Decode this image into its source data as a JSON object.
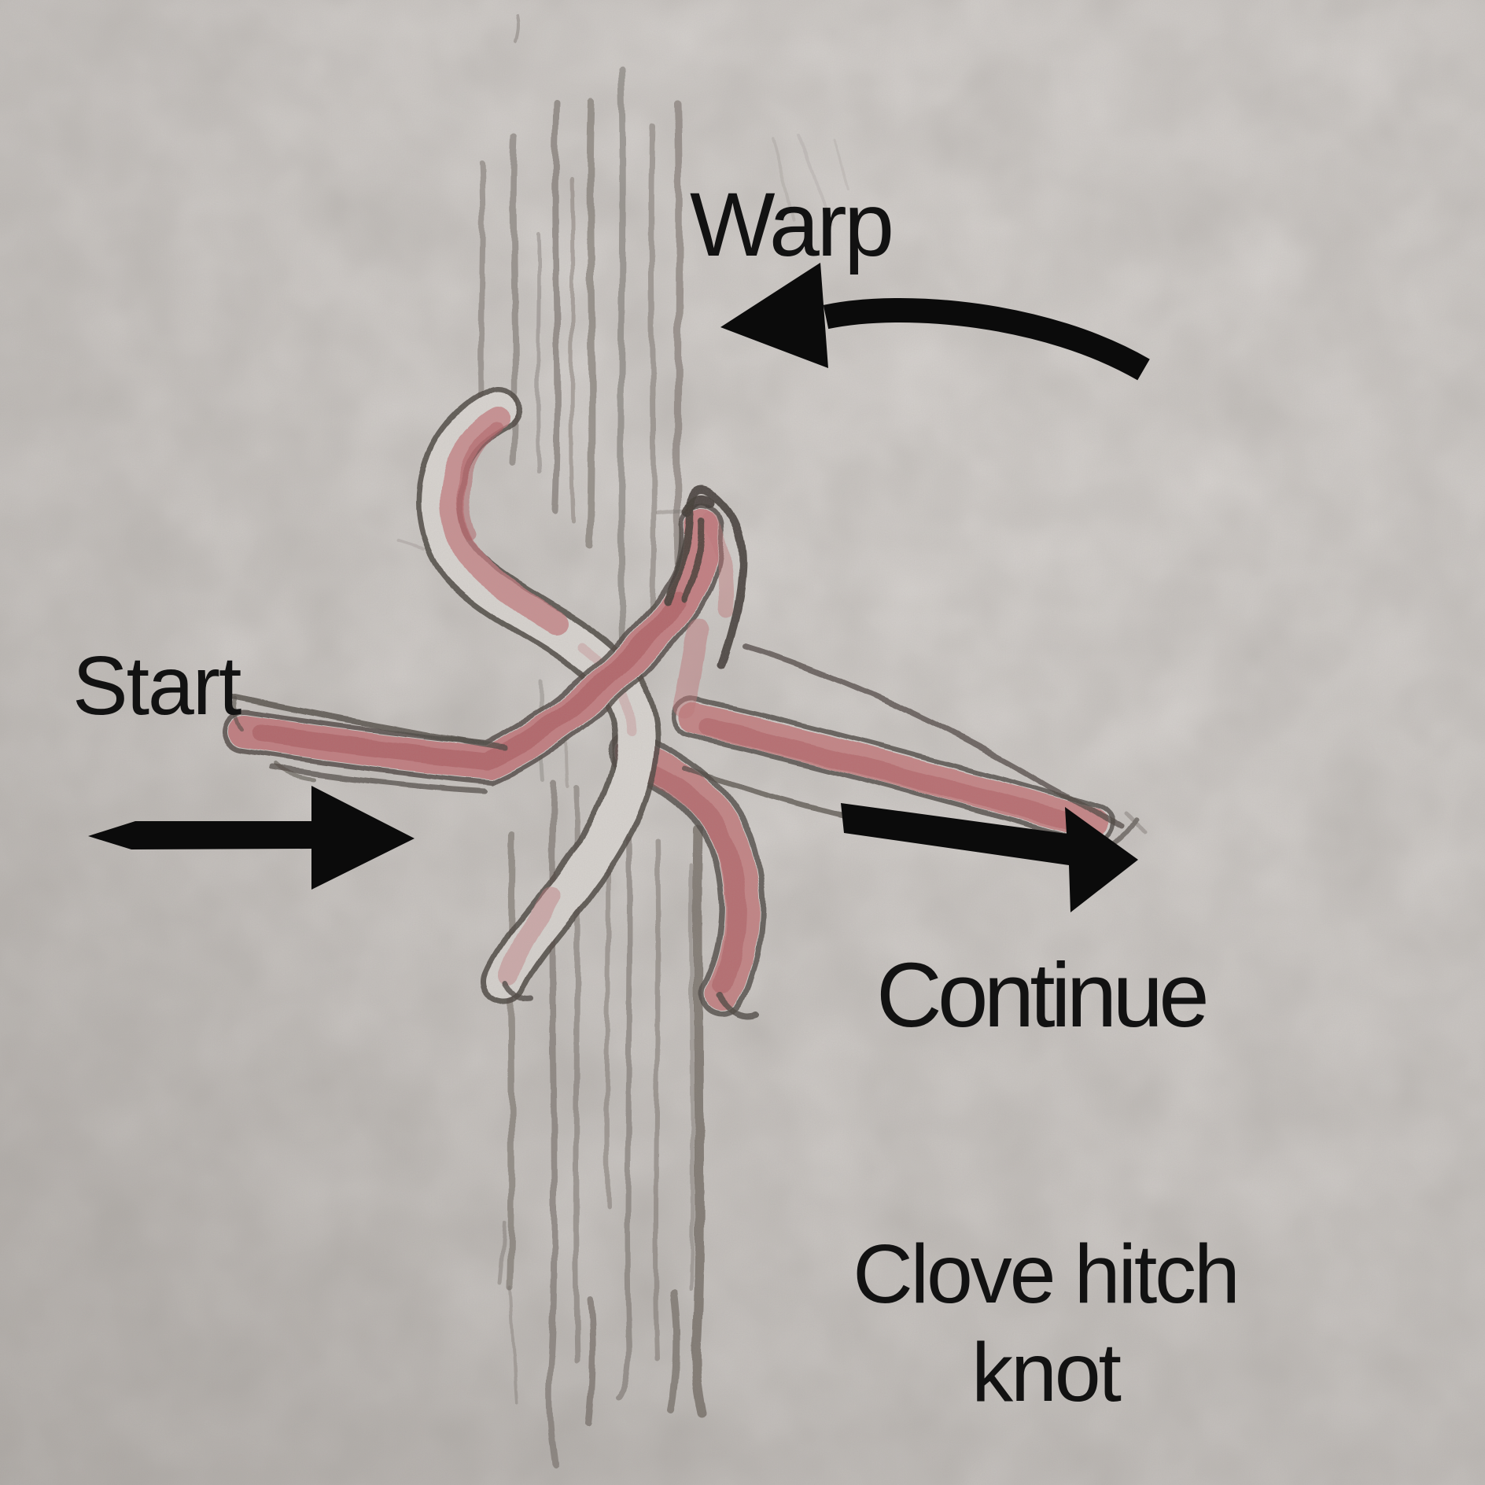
{
  "labels": {
    "warp": "Warp",
    "start": "Start",
    "continue": "Continue"
  },
  "caption": {
    "line1": "Clove hitch",
    "line2": "knot"
  },
  "icons": {
    "warp_arrow": "curved-arrow-pointing-left",
    "start_arrow": "thick-arrow-pointing-right",
    "continue_arrow": "thick-arrow-pointing-right"
  },
  "drawing": {
    "subject": "clove hitch knot tied around vertical warp threads",
    "media": "pencil sketch with red colored-pencil yarn on gray paper"
  },
  "colors": {
    "paper": "#d3cfcc",
    "pencil_gray": "#6e6660",
    "yarn_outline": "#49423d",
    "yarn_red": "#c37276",
    "yarn_red_dark": "#aa5258",
    "annotation_black": "#0b0b0b",
    "label_text": "#121212"
  }
}
